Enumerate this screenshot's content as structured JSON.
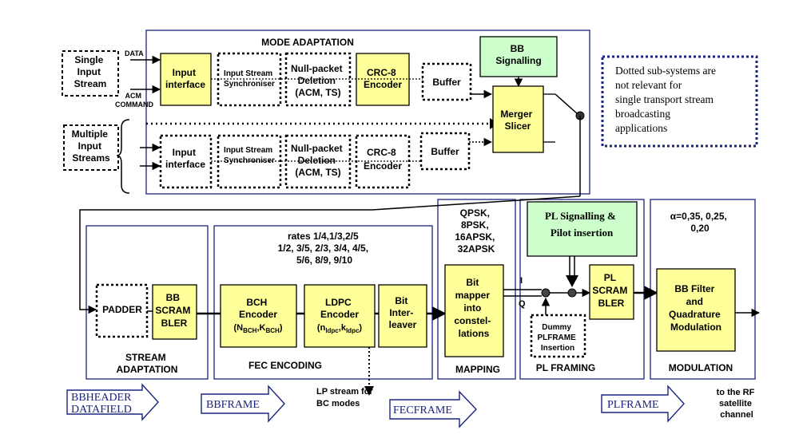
{
  "labels": {
    "single_input": [
      "Single",
      "Input",
      "Stream"
    ],
    "multiple_input": [
      "Multiple",
      "Input",
      "Streams"
    ],
    "data_label": "DATA",
    "acm_label": [
      "ACM",
      "COMMAND"
    ],
    "mode_adaptation": "MODE ADAPTATION",
    "input_interface": [
      "Input",
      "interface"
    ],
    "sync": [
      "Input Stream",
      "Synchroniser"
    ],
    "nullpacket": [
      "Null-packet",
      "Deletion",
      "(ACM, TS)"
    ],
    "crc_top": [
      "CRC-8",
      "Encoder"
    ],
    "crc_bottom": [
      "CRC-8",
      "Encoder"
    ],
    "buffer": "Buffer",
    "bb_signalling": [
      "BB",
      "Signalling"
    ],
    "merger": [
      "Merger",
      "Slicer"
    ],
    "note": [
      "Dotted sub-systems are",
      "not relevant for",
      "single transport stream",
      "broadcasting",
      "applications"
    ],
    "padder": "PADDER",
    "bb_scrambler": [
      "BB",
      "SCRAM",
      "BLER"
    ],
    "stream_adaptation": [
      "STREAM",
      "ADAPTATION"
    ],
    "rates": [
      "rates 1/4,1/3,2/5",
      "1/2, 3/5, 2/3, 3/4, 4/5,",
      "5/6, 8/9, 9/10"
    ],
    "bch": [
      "BCH",
      "Encoder"
    ],
    "bch_params": {
      "main": "(N",
      "sub1": "BCH",
      "mid": ",K",
      "sub2": "BCH",
      "end": ")"
    },
    "ldpc": [
      "LDPC",
      "Encoder"
    ],
    "ldpc_params": {
      "main": "(n",
      "sub1": "ldpc",
      "mid": ",k",
      "sub2": "ldpc",
      "end": ")"
    },
    "bit_interleaver": [
      "Bit",
      "Inter-",
      "leaver"
    ],
    "fec_encoding": "FEC ENCODING",
    "lp_stream": [
      "LP stream for",
      "BC modes"
    ],
    "modulations": [
      "QPSK,",
      "8PSK,",
      "16APSK,",
      "32APSK"
    ],
    "bit_mapper": [
      "Bit",
      "mapper",
      "into",
      "constel-",
      "lations"
    ],
    "mapping": "MAPPING",
    "i_label": "I",
    "q_label": "Q",
    "pl_signalling": [
      "PL Signalling &",
      "Pilot insertion"
    ],
    "pl_scrambler": [
      "PL",
      "SCRAM",
      "BLER"
    ],
    "dummy": [
      "Dummy",
      "PLFRAME",
      "Insertion"
    ],
    "pl_framing": "PL FRAMING",
    "alpha": [
      "α=0,35, 0,25,",
      "0,20"
    ],
    "bb_filter": [
      "BB Filter",
      "and",
      "Quadrature",
      "Modulation"
    ],
    "modulation": "MODULATION",
    "to_rf": [
      "to the RF",
      "satellite",
      "channel"
    ],
    "frames": {
      "bbheader": [
        "BBHEADER",
        "DATAFIELD"
      ],
      "bbframe": "BBFRAME",
      "fecframe": "FECFRAME",
      "plframe": "PLFRAME"
    }
  },
  "colors": {
    "block_fill": "#ffff99",
    "green_fill": "#ccffcc",
    "region_border": "#1a237e",
    "frame_text": "#1a237e",
    "line": "#000000"
  }
}
